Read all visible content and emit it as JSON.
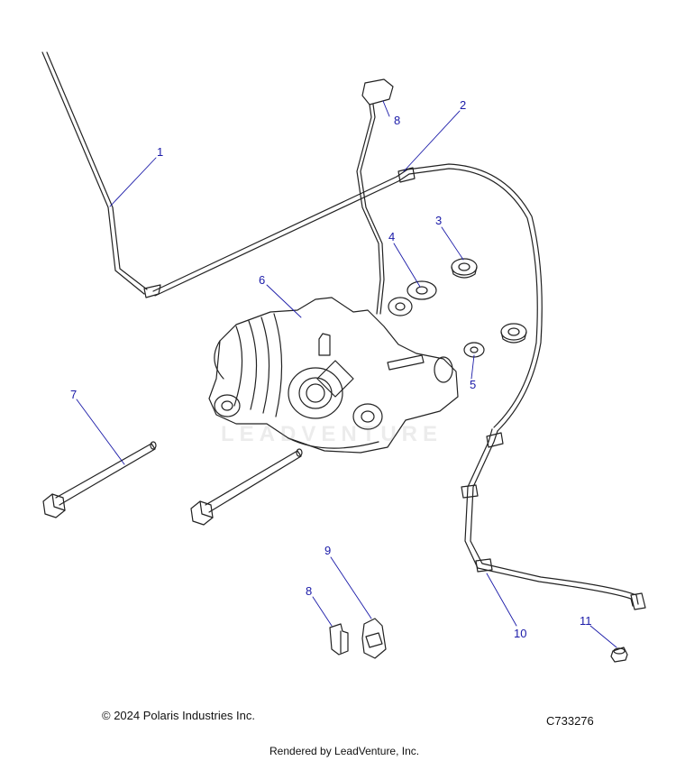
{
  "callouts": {
    "c1": "1",
    "c2": "2",
    "c3": "3",
    "c4": "4",
    "c5": "5",
    "c6": "6",
    "c7": "7",
    "c8a": "8",
    "c8b": "8",
    "c9": "9",
    "c10": "10",
    "c11": "11"
  },
  "watermark": "LEADVENTURE",
  "footer": {
    "copyright": "© 2024 Polaris Industries Inc.",
    "diagram_code": "C733276",
    "rendered_by": "Rendered by LeadVenture, Inc."
  },
  "colors": {
    "callout": "#1a1aa8",
    "line": "#222222"
  }
}
